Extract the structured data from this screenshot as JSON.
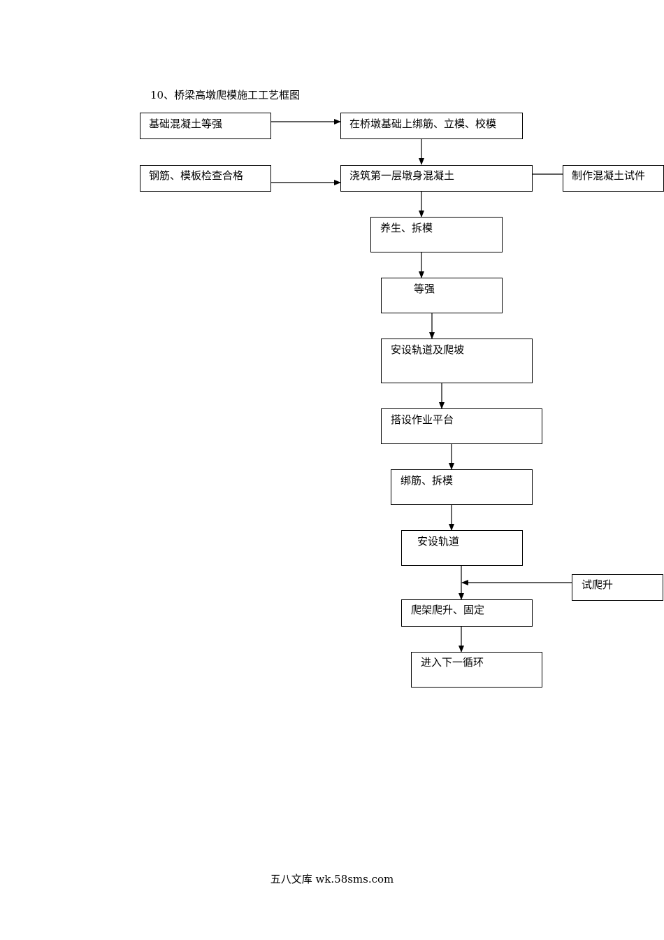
{
  "title": "10、桥梁高墩爬模施工工艺框图",
  "nodes": {
    "jichu": "基础混凝土等强",
    "bangjin": "在桥墩基础上绑筋、立模、校模",
    "gangjin": "钢筋、模板检查合格",
    "jiaozhu": "浇筑第一层墩身混凝土",
    "shijian": "制作混凝土试件",
    "yangsheng": "养生、拆模",
    "dengqiang": "等强",
    "guidao_pabo": "安设轨道及爬坡",
    "pingtai": "搭设作业平台",
    "bangjin_chaimo": "绑筋、拆模",
    "guidao": "安设轨道",
    "shipa": "试爬升",
    "pajia": "爬架爬升、固定",
    "xiayi": "进入下一循环"
  },
  "footer": "五八文库 wk.58sms.com"
}
